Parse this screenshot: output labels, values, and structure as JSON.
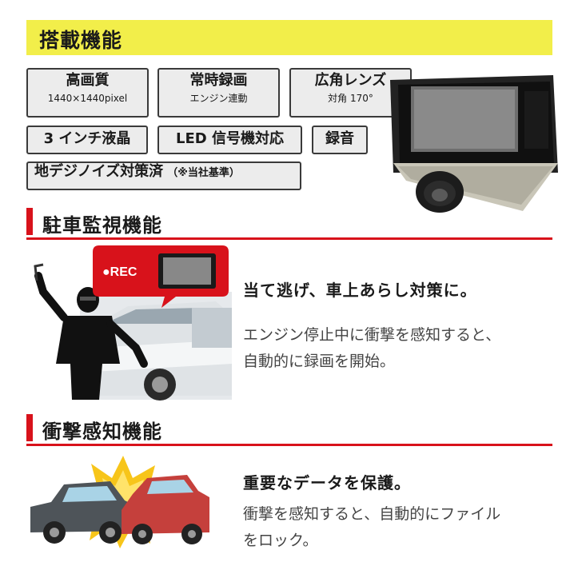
{
  "features_header": "搭載機能",
  "features": [
    {
      "title": "高画質",
      "sub": "1440×1440pixel"
    },
    {
      "title": "常時録画",
      "sub": "エンジン連動"
    },
    {
      "title": "広角レンズ",
      "sub": "対角 170°"
    },
    {
      "title": "3 インチ液晶"
    },
    {
      "title": "LED 信号機対応"
    },
    {
      "title": "録音"
    },
    {
      "title": "地デジノイズ対策済",
      "note": "（※当社基準）"
    }
  ],
  "parking": {
    "title": "駐車監視機能",
    "rec_label": "●REC",
    "headline": "当て逃げ、車上あらし対策に。",
    "body": [
      "エンジン停止中に衝撃を感知すると、",
      "自動的に録画を開始。"
    ]
  },
  "impact": {
    "title": "衝撃感知機能",
    "headline": "重要なデータを保護。",
    "body": [
      "衝撃を感知すると、自動的にファイル",
      "をロック。"
    ]
  },
  "colors": {
    "accent_red": "#d8121b",
    "header_yellow": "#f2ee4a"
  }
}
